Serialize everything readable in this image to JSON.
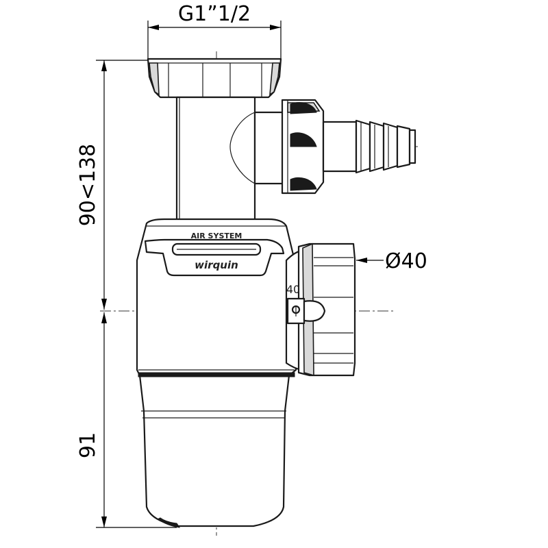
{
  "drawing": {
    "labels": {
      "thread": "G1”1/2",
      "height_range": "90<138",
      "bottom_height": "91",
      "outlet_diameter": "Ø40",
      "outlet_marking": "40"
    },
    "brand": {
      "system": "AIR SYSTEM",
      "logo": "wirquin"
    },
    "colors": {
      "line": "#1a1a1a",
      "shade": "#d9d9d9",
      "background": "#ffffff"
    }
  }
}
